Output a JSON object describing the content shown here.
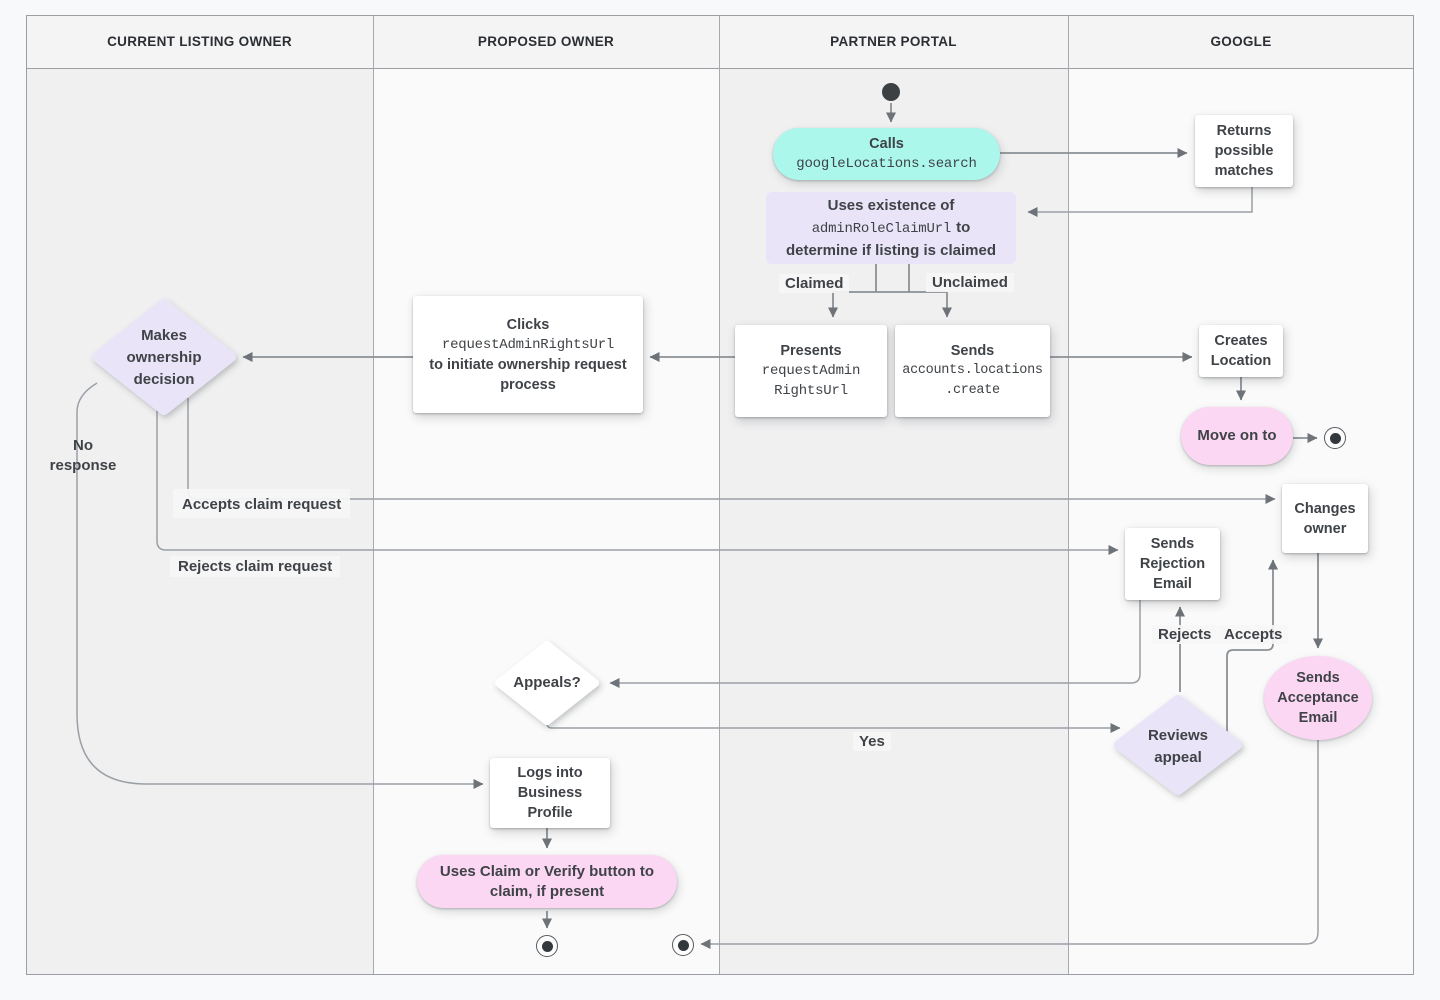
{
  "lanes": [
    {
      "label": "CURRENT LISTING OWNER"
    },
    {
      "label": "PROPOSED OWNER"
    },
    {
      "label": "PARTNER PORTAL"
    },
    {
      "label": "GOOGLE"
    }
  ],
  "nodes": {
    "calls": {
      "label": "Calls",
      "code": "googleLocations.search"
    },
    "returns_matches": {
      "label": "Returns possible matches"
    },
    "uses_existence": {
      "line1": "Uses existence of",
      "code": "adminRoleClaimUrl",
      "line2_suffix": "to",
      "line3": "determine if listing is claimed"
    },
    "presents": {
      "label": "Presents",
      "code_line1": "requestAdmin",
      "code_line2": "RightsUrl"
    },
    "sends_create": {
      "label": "Sends",
      "code_line1": "accounts.locations",
      "code_line2": ".create"
    },
    "creates_location": {
      "label": "Creates Location"
    },
    "move_on": {
      "label": "Move on to"
    },
    "clicks": {
      "label1": "Clicks",
      "code": "requestAdminRightsUrl",
      "label2": "to initiate ownership request process"
    },
    "makes_decision": {
      "label": "Makes ownership decision"
    },
    "changes_owner": {
      "label": "Changes owner"
    },
    "sends_rejection": {
      "label": "Sends Rejection Email"
    },
    "appeals": {
      "label": "Appeals?"
    },
    "reviews_appeal": {
      "label": "Reviews appeal"
    },
    "sends_acceptance": {
      "label": "Sends Acceptance Email"
    },
    "logs_into": {
      "label": "Logs into Business Profile"
    },
    "uses_claim": {
      "label": "Uses Claim or Verify button to claim, if present"
    }
  },
  "edge_labels": {
    "claimed": "Claimed",
    "unclaimed": "Unclaimed",
    "no_response": "No response",
    "accepts_claim": "Accepts claim request",
    "rejects_claim": "Rejects claim request",
    "yes": "Yes",
    "rejects": "Rejects",
    "accepts": "Accepts"
  },
  "colors": {
    "teal": "#abf7ec",
    "lavender": "#e9e4f8",
    "pink": "#fbd7f4",
    "line": "#9aa0a5",
    "arrow": "#6d7378",
    "text": "#3f4347"
  }
}
